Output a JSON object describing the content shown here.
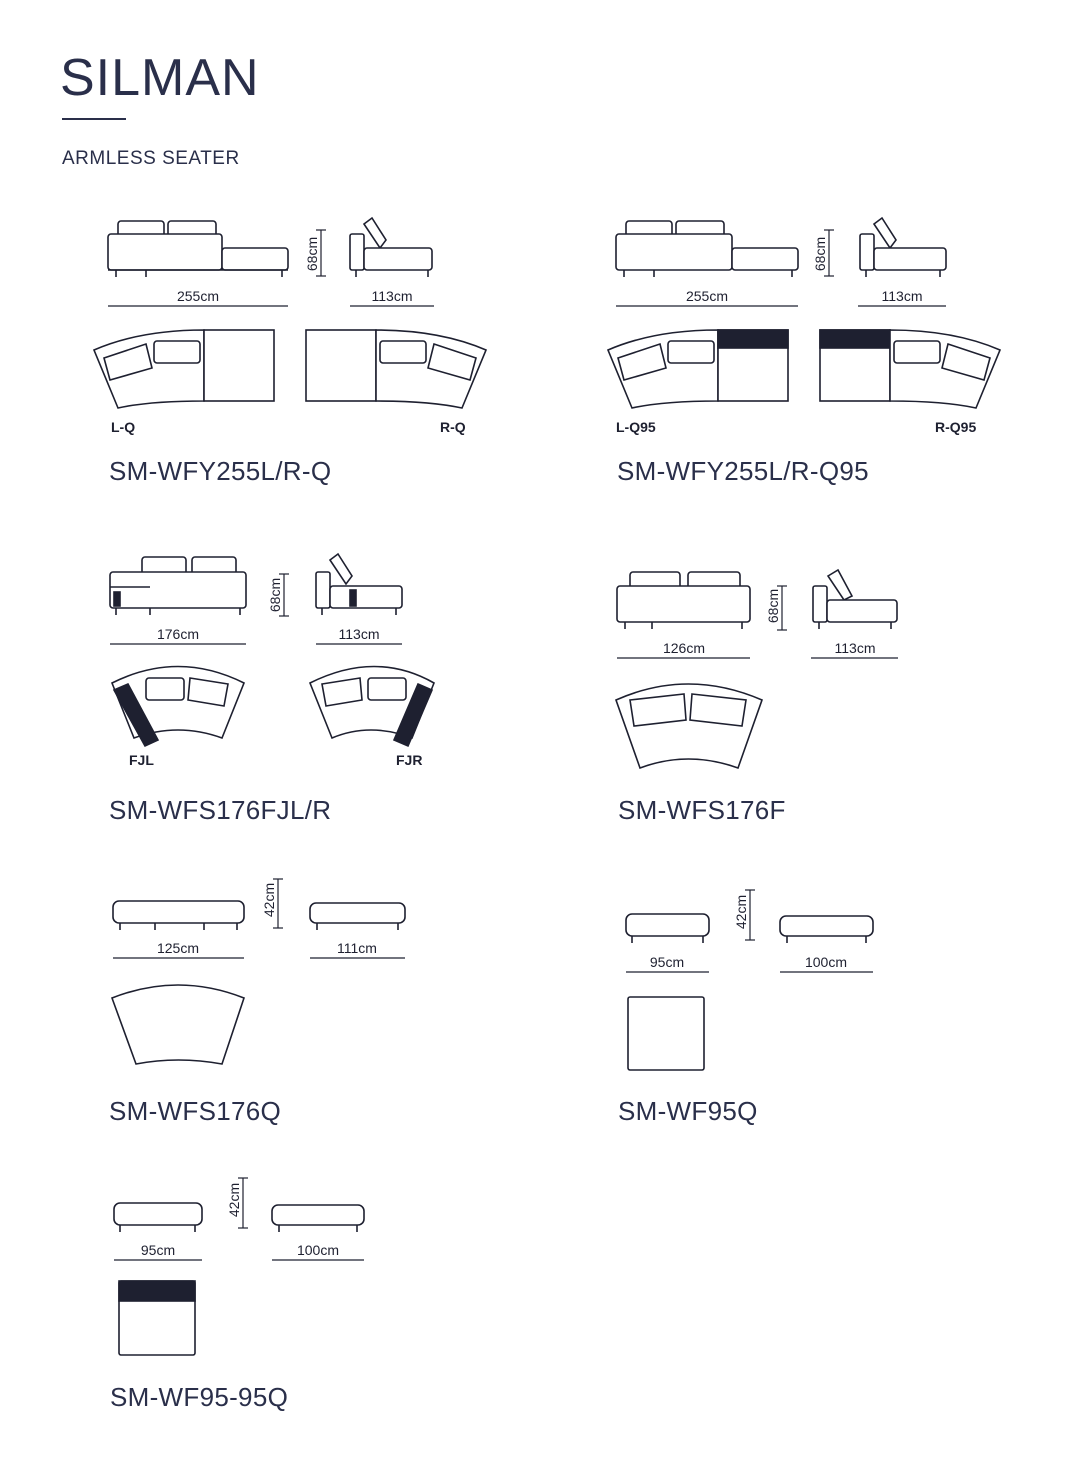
{
  "header": {
    "brand": "SILMAN",
    "category": "ARMLESS SEATER"
  },
  "products": [
    {
      "model": "SM-WFY255L/R-Q",
      "width": "255cm",
      "height": "68cm",
      "depth": "113cm",
      "tag_left": "L-Q",
      "tag_right": "R-Q"
    },
    {
      "model": "SM-WFY255L/R-Q95",
      "width": "255cm",
      "height": "68cm",
      "depth": "113cm",
      "tag_left": "L-Q95",
      "tag_right": "R-Q95"
    },
    {
      "model": "SM-WFS176FJL/R",
      "width": "176cm",
      "height": "68cm",
      "depth": "113cm",
      "tag_left": "FJL",
      "tag_right": "FJR"
    },
    {
      "model": "SM-WFS176F",
      "width": "126cm",
      "height": "68cm",
      "depth": "113cm"
    },
    {
      "model": "SM-WFS176Q",
      "width": "125cm",
      "height": "42cm",
      "depth": "111cm"
    },
    {
      "model": "SM-WF95Q",
      "width": "95cm",
      "height": "42cm",
      "depth": "100cm"
    },
    {
      "model": "SM-WF95-95Q",
      "width": "95cm",
      "height": "42cm",
      "depth": "100cm"
    }
  ]
}
